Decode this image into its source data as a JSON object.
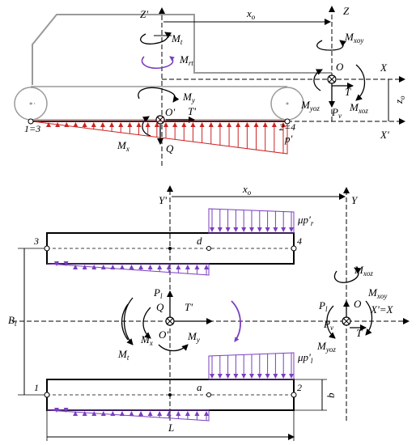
{
  "top_view": {
    "axes": {
      "z_prime": "Z'",
      "z": "Z",
      "x": "X",
      "x_prime": "X'",
      "xo": "x",
      "xo_sub": "o",
      "zo": "z",
      "zo_sub": "o"
    },
    "loads": {
      "mt": "M",
      "mt_sub": "t",
      "mrt": "M",
      "mrt_sub": "rt",
      "mxoy": "M",
      "mxoy_sub": "xoy",
      "o": "O",
      "t": "T",
      "myoz": "M",
      "myoz_sub": "yoz",
      "mxoz": "M",
      "mxoz_sub": "xoz",
      "pv": "P",
      "pv_sub": "v",
      "my": "M",
      "my_sub": "y",
      "o_prime": "O'",
      "t_prime": "T'",
      "mx": "M",
      "mx_sub": "x",
      "q": "Q",
      "p_prime": "p'"
    },
    "points": {
      "left": "1=3",
      "right": "2=4"
    }
  },
  "plan_view": {
    "axes": {
      "y_prime": "Y'",
      "y": "Y",
      "xo": "x",
      "xo_sub": "o",
      "x_axis": "X'=X",
      "bt": "B",
      "bt_sub": "t",
      "b": "b",
      "l": "L"
    },
    "loads": {
      "mu_pr": "μp'",
      "mu_pr_sub": "r",
      "mu_pl": "μp'",
      "mu_pl_sub": "l",
      "mxoz": "M",
      "mxoz_sub": "xoz",
      "mxoy": "M",
      "mxoy_sub": "xoy",
      "pl_right": "P",
      "pl_right_sub": "l",
      "o": "O",
      "pv": "P",
      "pv_sub": "v",
      "t": "T",
      "myoz": "M",
      "myoz_sub": "yoz",
      "pl_left": "P",
      "pl_left_sub": "l",
      "q": "Q",
      "t_prime": "T'",
      "o_prime": "O'",
      "mx": "M",
      "mx_sub": "x",
      "my": "M",
      "my_sub": "y",
      "mt": "M",
      "mt_sub": "t"
    },
    "points": {
      "p1": "1",
      "p2": "2",
      "p3": "3",
      "p4": "4",
      "a": "a",
      "d": "d"
    }
  },
  "colors": {
    "line": "#000000",
    "body": "#9a9a9a",
    "pressure": "#cc2222",
    "friction": "#7a3fbf"
  }
}
